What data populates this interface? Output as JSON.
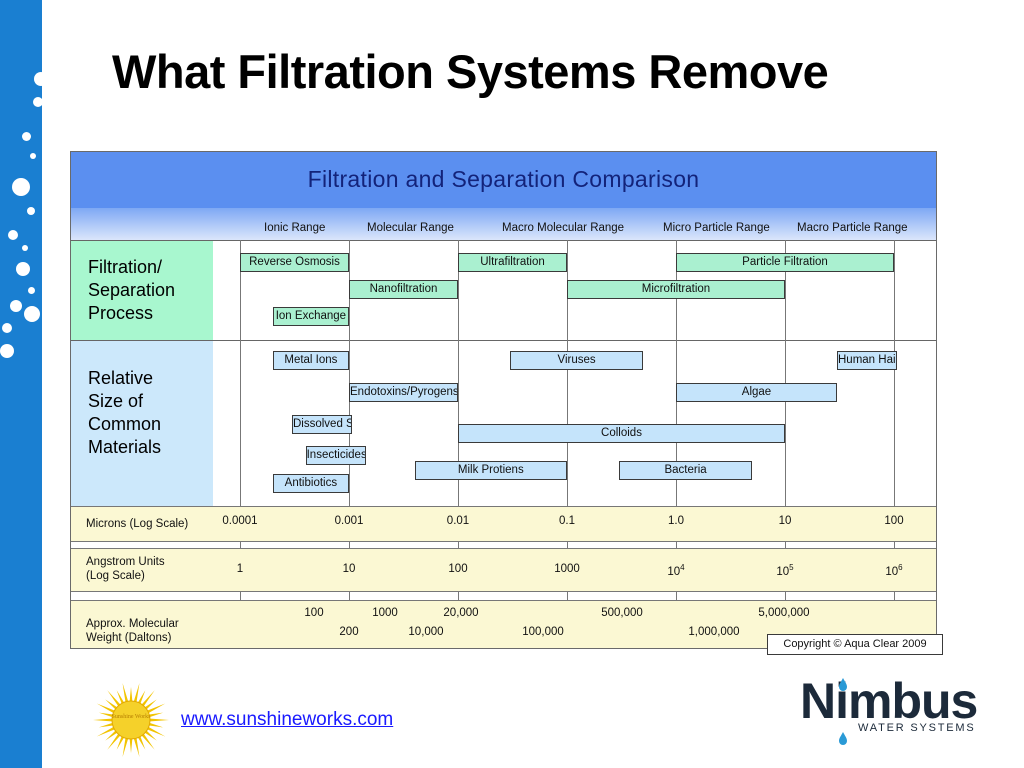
{
  "slide": {
    "title": "What Filtration Systems Remove",
    "website": "www.sunshineworks.com",
    "sun_logo_text": "Sunshine Works",
    "logo": {
      "name": "Nimbus",
      "subtitle": "WATER SYSTEMS"
    }
  },
  "chart": {
    "title": "Filtration  and Separation Comparison",
    "ranges": [
      "Ionic Range",
      "Molecular Range",
      "Macro Molecular Range",
      "Micro Particle Range",
      "Macro Particle Range"
    ],
    "process_label": "Filtration/\nSeparation\nProcess",
    "materials_label": "Relative\nSize of\nCommon\nMaterials",
    "processes": [
      {
        "label": "Reverse Osmosis",
        "min_micron": 0.0001,
        "max_micron": 0.001
      },
      {
        "label": "Nanofiltration",
        "min_micron": 0.001,
        "max_micron": 0.01
      },
      {
        "label": "Ion Exchange",
        "min_micron": 0.0002,
        "max_micron": 0.001
      },
      {
        "label": "Ultrafiltration",
        "min_micron": 0.01,
        "max_micron": 0.1
      },
      {
        "label": "Microfiltration",
        "min_micron": 0.1,
        "max_micron": 10
      },
      {
        "label": "Particle Filtration",
        "min_micron": 1.0,
        "max_micron": 100
      }
    ],
    "materials": [
      {
        "label": "Metal Ions",
        "min_micron": 0.0002,
        "max_micron": 0.001
      },
      {
        "label": "Endotoxins/Pyrogens",
        "min_micron": 0.001,
        "max_micron": 0.01
      },
      {
        "label": "Dissolved Salts",
        "min_micron": 0.0003,
        "max_micron": 0.001
      },
      {
        "label": "Insecticides",
        "min_micron": 0.0004,
        "max_micron": 0.001
      },
      {
        "label": "Antibiotics",
        "min_micron": 0.0002,
        "max_micron": 0.001
      },
      {
        "label": "Viruses",
        "min_micron": 0.03,
        "max_micron": 0.5
      },
      {
        "label": "Colloids",
        "min_micron": 0.01,
        "max_micron": 10
      },
      {
        "label": "Milk Protiens",
        "min_micron": 0.004,
        "max_micron": 0.1
      },
      {
        "label": "Bacteria",
        "min_micron": 0.3,
        "max_micron": 5
      },
      {
        "label": "Algae",
        "min_micron": 1.0,
        "max_micron": 30
      },
      {
        "label": "Human Hair",
        "min_micron": 30,
        "max_micron": 100
      }
    ],
    "microns": {
      "label": "Microns (Log Scale)",
      "ticks": [
        "0.0001",
        "0.001",
        "0.01",
        "0.1",
        "1.0",
        "10",
        "100"
      ]
    },
    "angstrom": {
      "label": "Angstrom Units\n(Log Scale)",
      "ticks": [
        "1",
        "10",
        "100",
        "1000",
        "10",
        "10",
        "10"
      ],
      "exponents": [
        "",
        "",
        "",
        "",
        "4",
        "5",
        "6"
      ]
    },
    "molecular_weight": {
      "label": "Approx. Molecular\nWeight (Daltons)",
      "top_values": [
        "100",
        "1000",
        "20,000",
        "500,000",
        "5,000,000"
      ],
      "bottom_values": [
        "200",
        "10,000",
        "100,000",
        "1,000,000"
      ]
    },
    "copyright": "Copyright © Aqua Clear 2009"
  }
}
